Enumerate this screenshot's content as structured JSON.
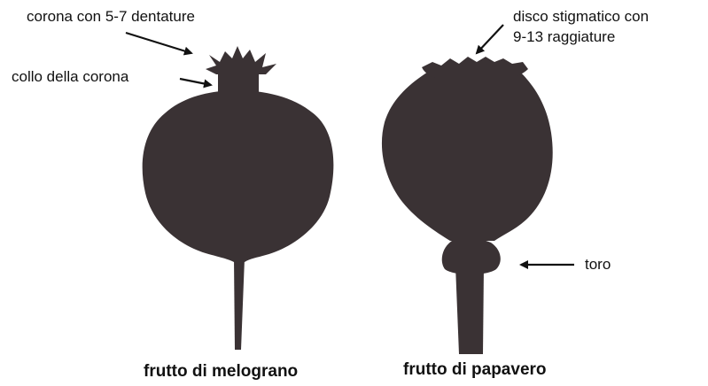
{
  "colors": {
    "silhouette": "#3a3234",
    "ink": "#111111",
    "background": "#ffffff"
  },
  "labels": {
    "pomegranate_crown": "corona con 5-7 dentature",
    "pomegranate_neck": "collo della corona",
    "poppy_disc_line1": "disco stigmatico con",
    "poppy_disc_line2": "9-13 raggiature",
    "poppy_torus": "toro"
  },
  "captions": {
    "pomegranate": "frutto di melograno",
    "poppy": "frutto di papavero"
  }
}
